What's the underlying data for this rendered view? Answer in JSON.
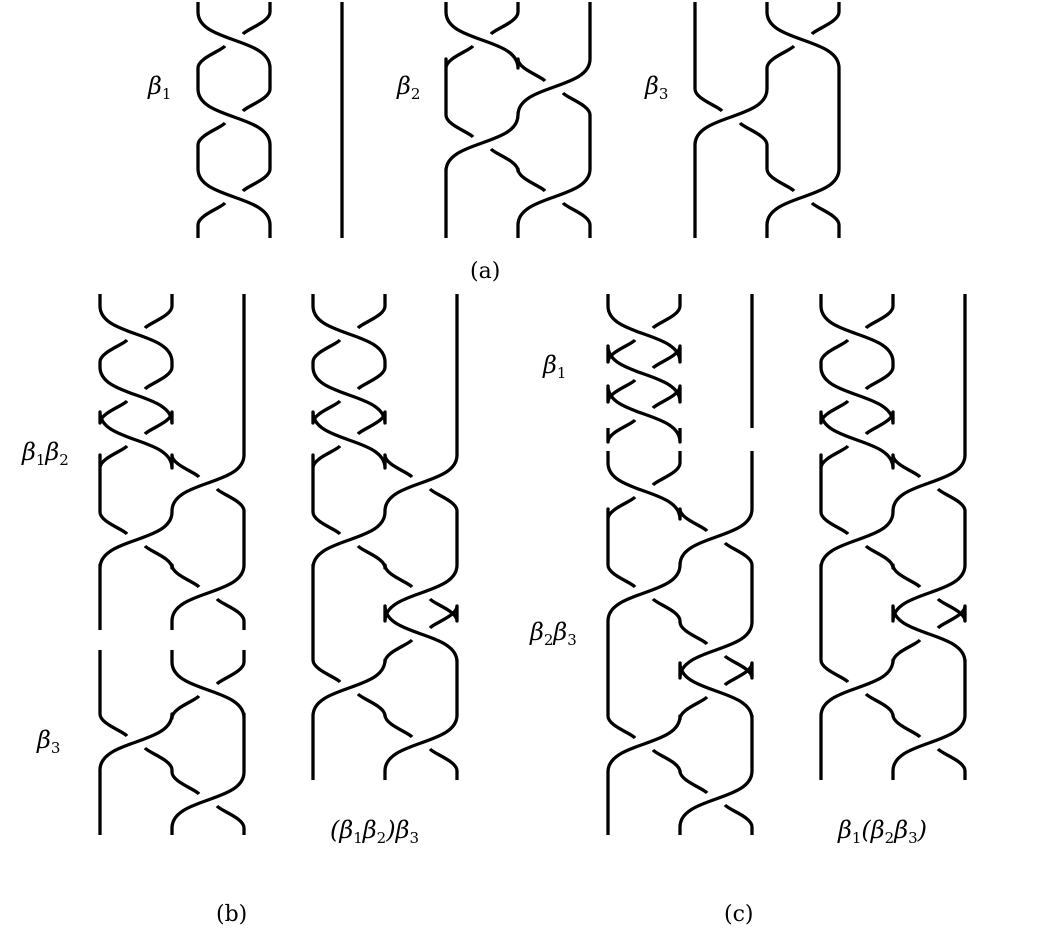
{
  "labels": {
    "a_beta1": "β1",
    "a_beta2": "β2",
    "a_beta3": "β3",
    "b_beta1beta2": "β1β2",
    "b_beta3": "β3",
    "b_product": "(β1β2)β3",
    "c_beta1": "β1",
    "c_beta2beta3": "β2β3",
    "c_product": "β1(β2β3)"
  },
  "captions": {
    "a": "(a)",
    "b": "(b)",
    "c": "(c)"
  },
  "diagrams": [
    {
      "id": "a-beta1",
      "pos": [
        1,
        2,
        3
      ],
      "crossings": [
        {
          "i": 1,
          "s": "o"
        },
        {
          "i": 1,
          "s": "o"
        },
        {
          "i": 1,
          "s": "o"
        }
      ]
    },
    {
      "id": "a-beta2",
      "pos": [
        1,
        2,
        3
      ],
      "crossings": [
        {
          "i": 1,
          "s": "o"
        },
        {
          "i": 2,
          "s": "u"
        },
        {
          "i": 1,
          "s": "u"
        },
        {
          "i": 2,
          "s": "u"
        }
      ]
    },
    {
      "id": "a-beta3",
      "pos": [
        1,
        2,
        3
      ],
      "crossings": [
        {
          "i": 2,
          "s": "o"
        },
        {
          "i": 1,
          "s": "u"
        },
        {
          "i": 2,
          "s": "u"
        }
      ]
    },
    {
      "id": "b-beta1beta2",
      "pos": [
        1,
        2,
        3
      ],
      "crossings": [
        {
          "i": 1,
          "s": "o"
        },
        {
          "i": 1,
          "s": "o"
        },
        {
          "i": 1,
          "s": "o"
        },
        {
          "i": 2,
          "s": "u"
        },
        {
          "i": 1,
          "s": "u"
        },
        {
          "i": 2,
          "s": "u"
        }
      ]
    },
    {
      "id": "b-beta3",
      "pos": [
        1,
        2,
        3
      ],
      "crossings": [
        {
          "i": 2,
          "s": "o"
        },
        {
          "i": 1,
          "s": "u"
        },
        {
          "i": 2,
          "s": "u"
        }
      ]
    },
    {
      "id": "b-product",
      "pos": [
        1,
        2,
        3
      ],
      "crossings": [
        {
          "i": 1,
          "s": "o"
        },
        {
          "i": 1,
          "s": "o"
        },
        {
          "i": 1,
          "s": "o"
        },
        {
          "i": 2,
          "s": "u"
        },
        {
          "i": 1,
          "s": "u"
        },
        {
          "i": 2,
          "s": "u"
        },
        {
          "i": 2,
          "s": "o"
        },
        {
          "i": 1,
          "s": "u"
        },
        {
          "i": 2,
          "s": "u"
        }
      ]
    },
    {
      "id": "c-beta1",
      "pos": [
        1,
        2,
        3
      ],
      "crossings": [
        {
          "i": 1,
          "s": "o"
        },
        {
          "i": 1,
          "s": "o"
        },
        {
          "i": 1,
          "s": "o"
        }
      ]
    },
    {
      "id": "c-beta2beta3",
      "pos": [
        1,
        2,
        3
      ],
      "crossings": [
        {
          "i": 1,
          "s": "o"
        },
        {
          "i": 2,
          "s": "u"
        },
        {
          "i": 1,
          "s": "u"
        },
        {
          "i": 2,
          "s": "u"
        },
        {
          "i": 2,
          "s": "o"
        },
        {
          "i": 1,
          "s": "u"
        },
        {
          "i": 2,
          "s": "u"
        }
      ]
    },
    {
      "id": "c-product",
      "pos": [
        1,
        2,
        3
      ],
      "crossings": [
        {
          "i": 1,
          "s": "o"
        },
        {
          "i": 1,
          "s": "o"
        },
        {
          "i": 1,
          "s": "o"
        },
        {
          "i": 2,
          "s": "u"
        },
        {
          "i": 1,
          "s": "u"
        },
        {
          "i": 2,
          "s": "u"
        },
        {
          "i": 2,
          "s": "o"
        },
        {
          "i": 1,
          "s": "u"
        },
        {
          "i": 2,
          "s": "u"
        }
      ]
    }
  ]
}
